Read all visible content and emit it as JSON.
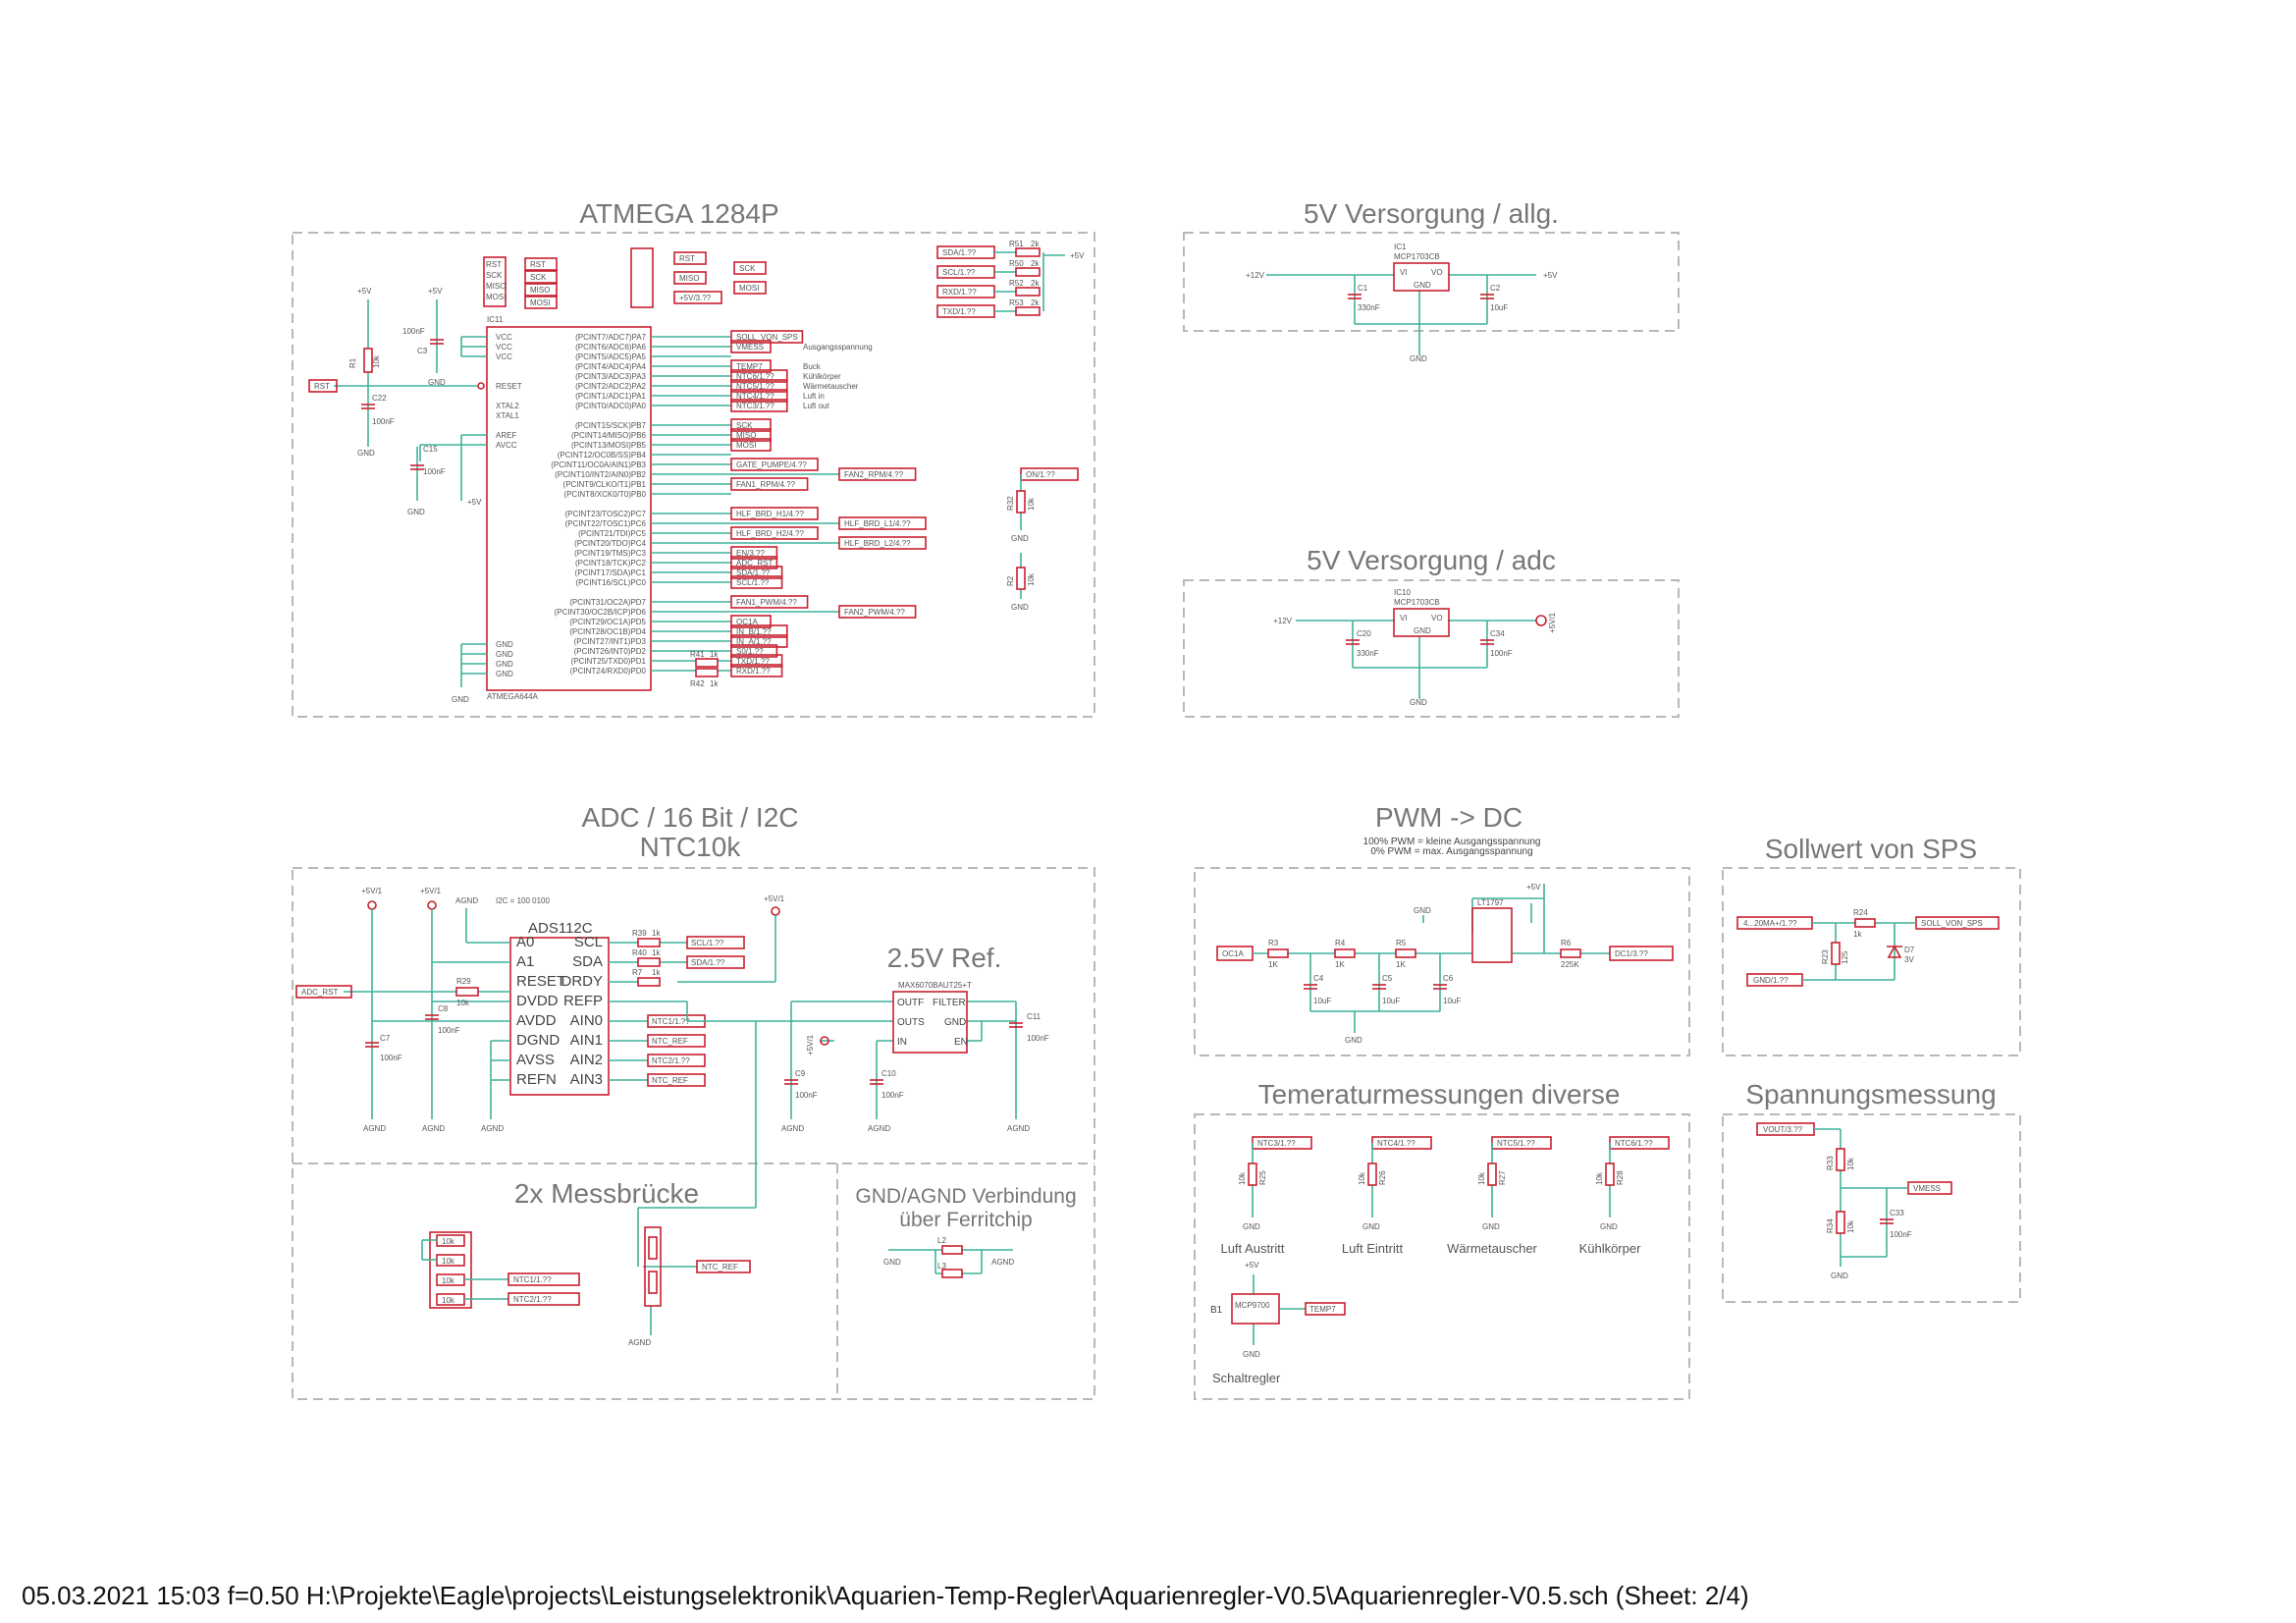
{
  "footer": {
    "text": "05.03.2021 15:03  f=0.50  H:\\Projekte\\Eagle\\projects\\Leistungselektronik\\Aquarien-Temp-Regler\\Aquarienregler-V0.5\\Aquarienregler-V0.5.sch (Sheet: 2/4)"
  },
  "sections": {
    "atmega": "ATMEGA 1284P",
    "v5_allg": "5V Versorgung / allg.",
    "v5_adc": "5V Versorgung / adc",
    "adc_line1": "ADC / 16 Bit / I2C",
    "adc_line2": "NTC10k",
    "pwm": "PWM -> DC",
    "sollwert": "Sollwert von SPS",
    "messbruecke": "2x Messbrücke",
    "gnd_line1": "GND/AGND Verbindung",
    "gnd_line2": "über Ferritchip",
    "ref": "2.5V Ref.",
    "temp": "Temeraturmessungen diverse",
    "spannung": "Spannungsmessung"
  },
  "pwm_notes": [
    "100% PWM = kleine Ausgangsspannung",
    "0% PWM = max. Ausgangsspannung"
  ],
  "atmega": {
    "ic_name": "IC11",
    "ic_value": "ATMEGA644A",
    "isp_pins": [
      "RST",
      "SCK",
      "MISO",
      "MOSI"
    ],
    "isp_vcc": "+5V/3.??",
    "power_pins": [
      "VCC",
      "VCC",
      "VCC"
    ],
    "reset_pin": "RESET",
    "xtal": [
      "XTAL2",
      "XTAL1"
    ],
    "aref": [
      "AREF",
      "AVCC"
    ],
    "gnd_pins": [
      "GND",
      "GND",
      "GND",
      "GND"
    ],
    "port_a_pins": [
      "(PCINT7/ADC7)PA7",
      "(PCINT6/ADC6)PA6",
      "(PCINT5/ADC5)PA5",
      "(PCINT4/ADC4)PA4",
      "(PCINT3/ADC3)PA3",
      "(PCINT2/ADC2)PA2",
      "(PCINT1/ADC1)PA1",
      "(PCINT0/ADC0)PA0"
    ],
    "port_a_nets": [
      "SOLL_VON_SPS",
      "VMESS",
      "",
      "TEMP7",
      "NTC6/1.??",
      "NTC5/1.??",
      "NTC4/1.??",
      "NTC3/1.??"
    ],
    "port_a_notes": [
      "",
      "Ausgangsspannung",
      "",
      "Buck",
      "Kühlkörper",
      "Wärmetauscher",
      "Luft in",
      "Luft out"
    ],
    "port_b_pins": [
      "(PCINT15/SCK)PB7",
      "(PCINT14/MISO)PB6",
      "(PCINT13/MOSI)PB5",
      "(PCINT12/OC0B/SS)PB4",
      "(PCINT11/OC0A/AIN1)PB3",
      "(PCINT10/INT2/AIN0)PB2",
      "(PCINT9/CLKO/T1)PB1",
      "(PCINT8/XCK0/T0)PB0"
    ],
    "port_b_nets": [
      "SCK",
      "MISO",
      "MOSI",
      "",
      "GATE_PUMPE/4.??",
      "FAN2_RPM/4.??",
      "FAN1_RPM/4.??",
      ""
    ],
    "port_c_pins": [
      "(PCINT23/TOSC2)PC7",
      "(PCINT22/TOSC1)PC6",
      "(PCINT21/TDI)PC5",
      "(PCINT20/TDO)PC4",
      "(PCINT19/TMS)PC3",
      "(PCINT18/TCK)PC2",
      "(PCINT17/SDA)PC1",
      "(PCINT16/SCL)PC0"
    ],
    "port_c_nets": [
      "HLF_BRD_H1/4.??",
      "HLF_BRD_L1/4.??",
      "HLF_BRD_H2/4.??",
      "HLF_BRD_L2/4.??",
      "EN/3.??",
      "ADC_RST",
      "SDA/1.??",
      "SCL/1.??"
    ],
    "port_d_pins": [
      "(PCINT31/OC2A)PD7",
      "(PCINT30/OC2B/ICP)PD6",
      "(PCINT29/OC1A)PD5",
      "(PCINT28/OC1B)PD4",
      "(PCINT27/INT1)PD3",
      "(PCINT26/INT0)PD2",
      "(PCINT25/TXD0)PD1",
      "(PCINT24/RXD0)PD0"
    ],
    "port_d_nets": [
      "FAN1_PWM/4.??",
      "FAN2_PWM/4.??",
      "OC1A",
      "IN_B/1.??",
      "IN_A/1.??",
      "S0/1.??",
      "TXD/1.??",
      "RXD/1.??"
    ],
    "on_net": "ON/1.??",
    "pullups": [
      "SDA/1.??",
      "SCL/1.??",
      "RXD/1.??",
      "TXD/1.??"
    ],
    "pullup_refs": [
      "R51",
      "R50",
      "R52",
      "R53"
    ],
    "pullup_val": "2k",
    "r_refs": [
      "R1",
      "R32",
      "R2",
      "R41",
      "R42"
    ],
    "r_vals": [
      "10k",
      "10k",
      "10k",
      "1k",
      "1k"
    ],
    "caps": [
      "C3",
      "C22",
      "C15"
    ],
    "cap_vals": [
      "100nF",
      "100nF",
      "100nF"
    ],
    "rst": "RST",
    "plus5": "+5V",
    "gnd": "GND"
  },
  "supply": {
    "ic1": "IC1",
    "ic10": "IC10",
    "reg": "MCP1703CB",
    "vi": "VI",
    "vo": "VO",
    "gnd": "GND",
    "in": "+12V",
    "out_allg": "+5V",
    "out_adc": "+5V/1",
    "c_allg": [
      "C1",
      "330nF",
      "C2",
      "10uF"
    ],
    "c_adc": [
      "C20",
      "330nF",
      "C34",
      "100nF"
    ]
  },
  "adc": {
    "chip": "ADS112C",
    "left_pins": [
      "A0",
      "A1",
      "RESET",
      "DVDD",
      "AVDD",
      "DGND",
      "AVSS",
      "REFN"
    ],
    "right_pins": [
      "SCL",
      "SDA",
      "DRDY",
      "REFP",
      "AIN0",
      "AIN1",
      "AIN2",
      "AIN3"
    ],
    "right_nets": [
      "SCL/1.??",
      "SDA/1.??",
      "",
      "",
      "NTC1/1.??",
      "NTC_REF",
      "NTC2/1.??",
      "NTC_REF"
    ],
    "i2c_addr": "I2C = 100 0100",
    "supply_nets": [
      "+5V/1",
      "+5V/1",
      "AGND",
      "+5V/1"
    ],
    "adc_rst": "ADC_RST",
    "resistors": [
      "R39",
      "R40",
      "R7",
      "R29"
    ],
    "r_vals": [
      "1k",
      "1k",
      "1k",
      "10k"
    ],
    "caps": [
      "C8",
      "C7",
      "C9",
      "C10",
      "C11"
    ],
    "cap_vals": [
      "100nF",
      "100nF",
      "100nF",
      "100nF",
      "100nF"
    ],
    "agnd": "AGND",
    "ref_chip": "MAX6070BAUT25+T",
    "ref_pins_l": [
      "OUTF",
      "OUTS",
      "IN"
    ],
    "ref_pins_r": [
      "FILTER",
      "GND",
      "EN"
    ],
    "bridge_r": [
      "10k",
      "10k",
      "10k",
      "10k"
    ],
    "bridge_nets": [
      "NTC1/1.??",
      "NTC2/1.??",
      "NTC_REF"
    ],
    "ferrit": [
      "L2",
      "L3"
    ],
    "gnd": "GND",
    "agnd2": "AGND"
  },
  "pwm": {
    "in_net": "OC1A",
    "out_net": "DC1/3.??",
    "r": [
      "R3",
      "1K",
      "R4",
      "1K",
      "R5",
      "1K",
      "R6",
      "225K"
    ],
    "c": [
      "C4",
      "10uF",
      "C5",
      "10uF",
      "C6",
      "10uF"
    ],
    "opamp": "LT1797",
    "plus5": "+5V",
    "gnd": "GND"
  },
  "soll": {
    "in_net": "4...20MA+/1.??",
    "gnd_net": "GND/1.??",
    "out_net": "SOLL_VON_SPS",
    "r24": [
      "R24",
      "1k"
    ],
    "r23": [
      "R23",
      "125"
    ],
    "d7": [
      "D7",
      "3V"
    ]
  },
  "temp": {
    "nets": [
      "NTC3/1.??",
      "NTC4/1.??",
      "NTC5/1.??",
      "NTC6/1.??"
    ],
    "refs": [
      "R25",
      "R26",
      "R27",
      "R28"
    ],
    "val": "10k",
    "labels": [
      "Luft Austritt",
      "Luft Eintritt",
      "Wärmetauscher",
      "Kühlkörper"
    ],
    "sensor": [
      "B1",
      "MCP9700",
      "TEMP7",
      "Schaltregler",
      "+5V",
      "GND"
    ]
  },
  "spannung": {
    "in_net": "VOUT/3.??",
    "out_net": "VMESS",
    "r": [
      "R33",
      "10k",
      "R34",
      "10k"
    ],
    "c": [
      "C33",
      "100nF"
    ],
    "gnd": "GND"
  }
}
